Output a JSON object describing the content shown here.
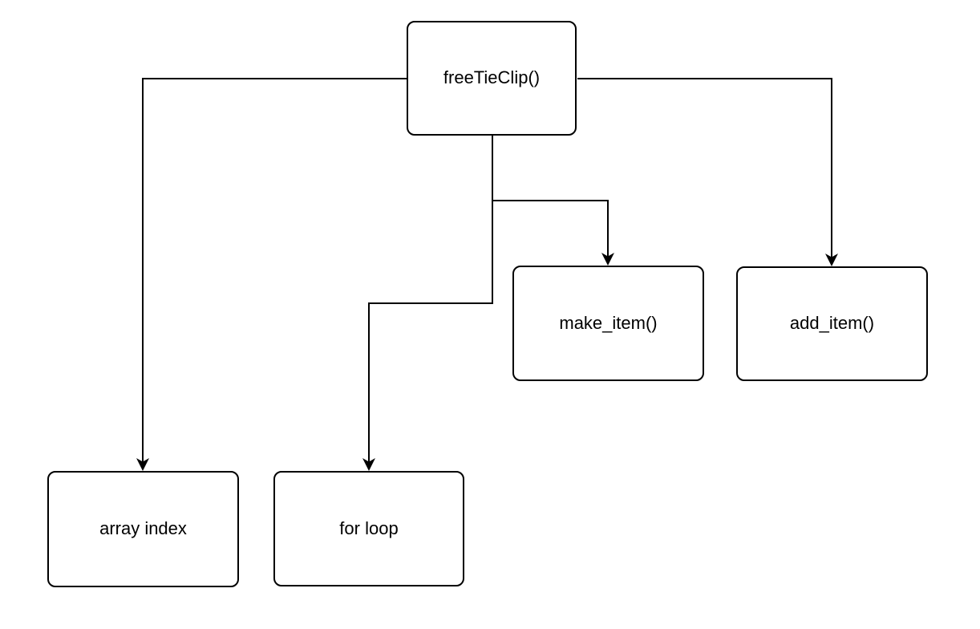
{
  "diagram": {
    "background_color": "#ffffff",
    "node_fill_color": "#ffffff",
    "node_stroke_color": "#000000",
    "text_color": "#000000",
    "nodes": [
      {
        "id": "freetieclip",
        "label": "freeTieClip()"
      },
      {
        "id": "make-item",
        "label": "make_item()"
      },
      {
        "id": "add-item",
        "label": "add_item()"
      },
      {
        "id": "array-index",
        "label": "array index"
      },
      {
        "id": "for-loop",
        "label": "for loop"
      }
    ],
    "edges": [
      {
        "from": "freetieclip",
        "to": "array-index"
      },
      {
        "from": "freetieclip",
        "to": "for-loop"
      },
      {
        "from": "freetieclip",
        "to": "make-item"
      },
      {
        "from": "freetieclip",
        "to": "add-item"
      }
    ]
  }
}
